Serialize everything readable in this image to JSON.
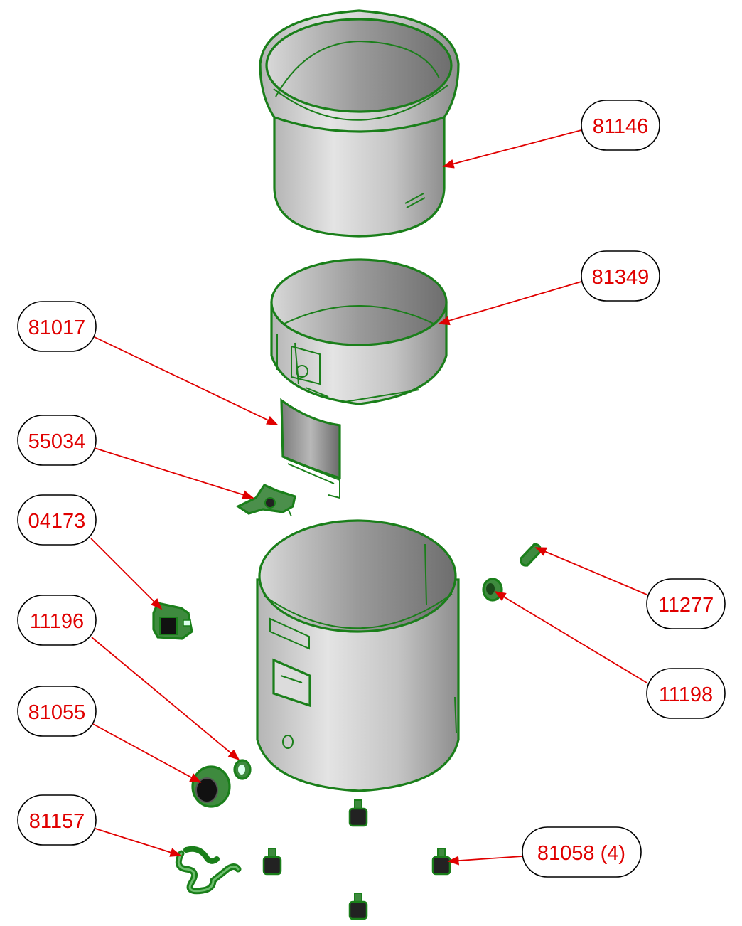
{
  "diagram": {
    "accent_color": "#e00000",
    "part_outline_color": "#1a7f1a",
    "callouts": [
      {
        "id": "c-81146",
        "label": "81146"
      },
      {
        "id": "c-81349",
        "label": "81349"
      },
      {
        "id": "c-81017",
        "label": "81017"
      },
      {
        "id": "c-55034",
        "label": "55034"
      },
      {
        "id": "c-04173",
        "label": "04173"
      },
      {
        "id": "c-11196",
        "label": "11196"
      },
      {
        "id": "c-81055",
        "label": "81055"
      },
      {
        "id": "c-81157",
        "label": "81157"
      },
      {
        "id": "c-11277",
        "label": "11277"
      },
      {
        "id": "c-11198",
        "label": "11198"
      },
      {
        "id": "c-81058",
        "label": "81058 (4)"
      }
    ]
  }
}
